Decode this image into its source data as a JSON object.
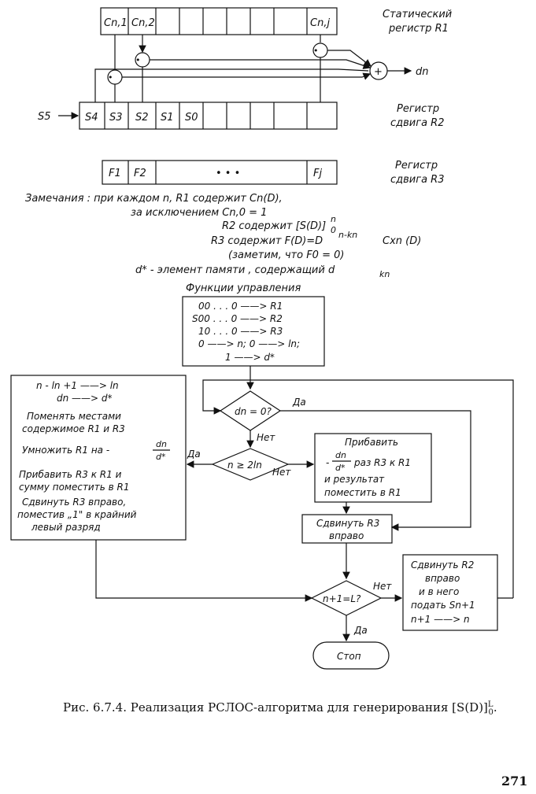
{
  "registers": {
    "r1": {
      "label_line1": "Статический",
      "label_line2": "регистр R1",
      "cells": [
        "Cn,1",
        "Cn,2",
        "Cn,j"
      ]
    },
    "r2": {
      "label_line1": "Регистр",
      "label_line2": "сдвига R2",
      "input": "S5",
      "cells": [
        "S4",
        "S3",
        "S2",
        "S1",
        "S0"
      ]
    },
    "r3": {
      "label_line1": "Регистр",
      "label_line2": "сдвига R3",
      "cells": [
        "F1",
        "F2",
        "• • •",
        "Fj"
      ]
    },
    "output": "dn",
    "plus": "+",
    "mult": "•"
  },
  "notes": [
    "Замечания : при каждом n, R1 содержит Cn(D),",
    "за исключением Cn,0 = 1",
    "R2 содержит [S(D)]",
    "R3 содержит F(D)=D",
    "(заметим, что F0 = 0)",
    "d* - элемент памяти , содержащий d"
  ],
  "note_extras": {
    "r2_sub": "0",
    "r2_sup": "n",
    "r3_sup": "n-kn",
    "r3_tail": "Cxn (D)",
    "dkn_sub": "kn"
  },
  "flow": {
    "title": "Функции управления",
    "init": [
      "00 . . . 0  ——>  R1",
      "S00 . . . 0  ——>  R2",
      "10 . . . 0  ——>  R3",
      "0 ——> n; 0  ——>  ln;",
      "1 ——> d*"
    ],
    "decision_dn": "dn = 0?",
    "decision_n2l": "n ≥ 2ln",
    "decision_end": "n+1=L?",
    "yes": "Да",
    "no": "Нет",
    "left_box": [
      "n - ln +1 ——> ln",
      "dn ——> d*",
      "Поменять местами",
      "содержимое R1 и R3",
      "Умножить R1 на -",
      "Прибавить R3 к R1 и",
      "сумму поместить в R1",
      "Сдвинуть R3 вправо,",
      "поместив „1\" в крайний",
      "левый разряд"
    ],
    "left_frac_num": "dn",
    "left_frac_den": "d*",
    "add_box": [
      "Прибавить",
      "- ",
      "раз R3 к R1",
      "и результат",
      "поместить в R1"
    ],
    "add_frac_num": "dn",
    "add_frac_den": "d*",
    "shift_r3": [
      "Сдвинуть R3",
      "вправо"
    ],
    "shift_r2": [
      "Сдвинуть R2",
      "вправо",
      "и в него",
      "подать Sn+1",
      "n+1 ——> n"
    ],
    "stop": "Стоп"
  },
  "caption": "Рис. 6.7.4. Реализация РСЛОС-алгоритма для генерирования [S(D)]",
  "caption_sub": "0",
  "caption_sup": "L",
  "page_number": "271"
}
